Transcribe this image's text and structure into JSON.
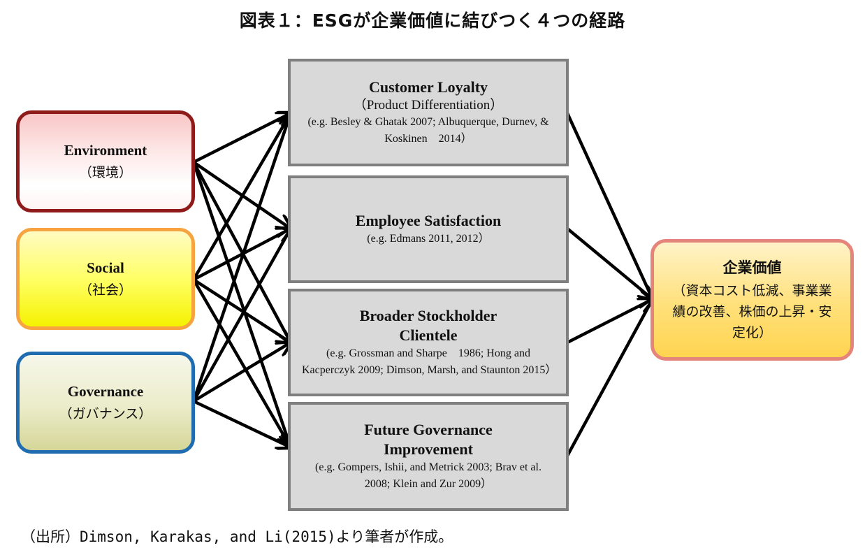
{
  "title": "図表１：ESGが企業価値に結びつく４つの経路",
  "pillars": [
    {
      "en": "Environment",
      "ja": "（環境）"
    },
    {
      "en": "Social",
      "ja": "（社会）"
    },
    {
      "en": "Governance",
      "ja": "（ガバナンス）"
    }
  ],
  "channels": [
    {
      "title": "Customer Loyalty",
      "subtitle": "（Product Differentiation）",
      "refs": "(e.g. Besley & Ghatak 2007; Albuquerque, Durnev, & Koskinen　2014）"
    },
    {
      "title": "Employee Satisfaction",
      "subtitle": "",
      "refs": "(e.g. Edmans 2011, 2012）"
    },
    {
      "title": "Broader Stockholder Clientele",
      "subtitle": "",
      "refs": "(e.g. Grossman and Sharpe　1986; Hong and Kacperczyk 2009; Dimson, Marsh, and Staunton 2015）"
    },
    {
      "title": "Future Governance Improvement",
      "subtitle": "",
      "refs": "(e.g. Gompers, Ishii, and Metrick 2003; Brav et al. 2008; Klein and Zur 2009）"
    }
  ],
  "outcome": {
    "title": "企業価値",
    "detail": "（資本コスト低減、事業業績の改善、株価の上昇・安定化）"
  },
  "source": "（出所）Dimson, Karakas, and Li(2015)より筆者が作成。",
  "colors": {
    "environment_border": "#8f1a1a",
    "social_border": "#f6a340",
    "governance_border": "#1f6cb0",
    "channel_fill": "#d9d9d9",
    "channel_border": "#7f7f7f",
    "outcome_border": "#e4847a",
    "arrow": "#000000"
  }
}
